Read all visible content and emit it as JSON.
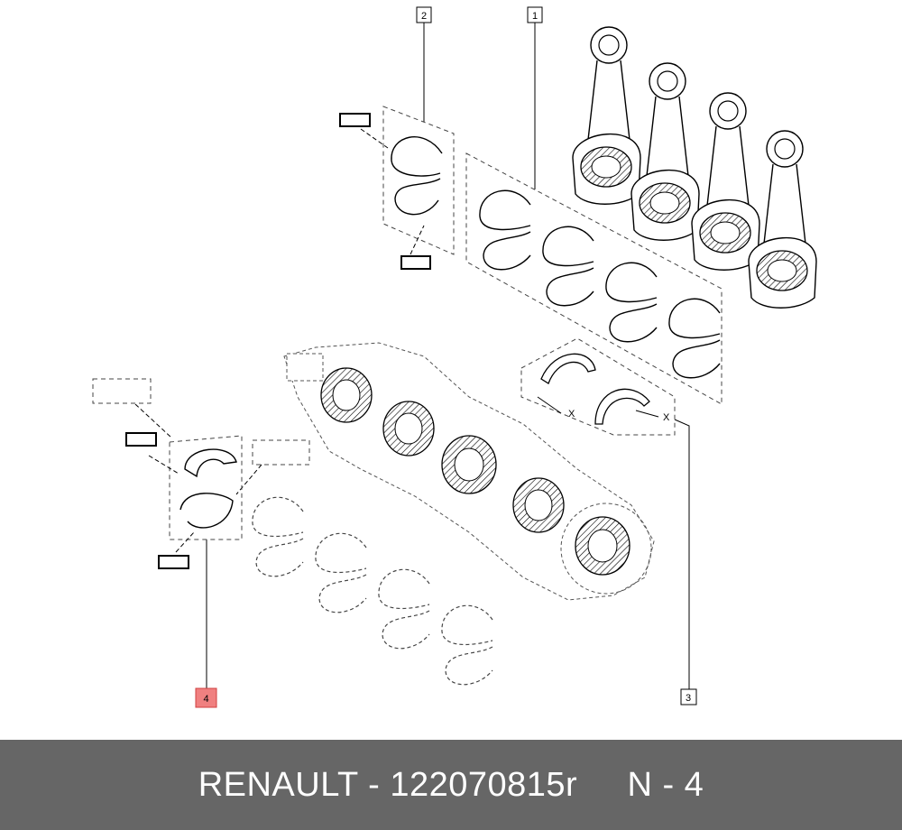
{
  "diagram": {
    "callouts": [
      {
        "id": "callout-1",
        "label": "1"
      },
      {
        "id": "callout-2",
        "label": "2"
      },
      {
        "id": "callout-3",
        "label": "3"
      },
      {
        "id": "callout-4",
        "label": "4",
        "highlighted": true
      }
    ],
    "annotations": {
      "thrust_washer_marks": [
        "X",
        "X"
      ]
    },
    "colors": {
      "highlight": "#f08080",
      "line": "#000000",
      "dashed": "#444444",
      "footer_bg": "#666666"
    }
  },
  "footer": {
    "text": "RENAULT - 122070815r     N - 4"
  }
}
